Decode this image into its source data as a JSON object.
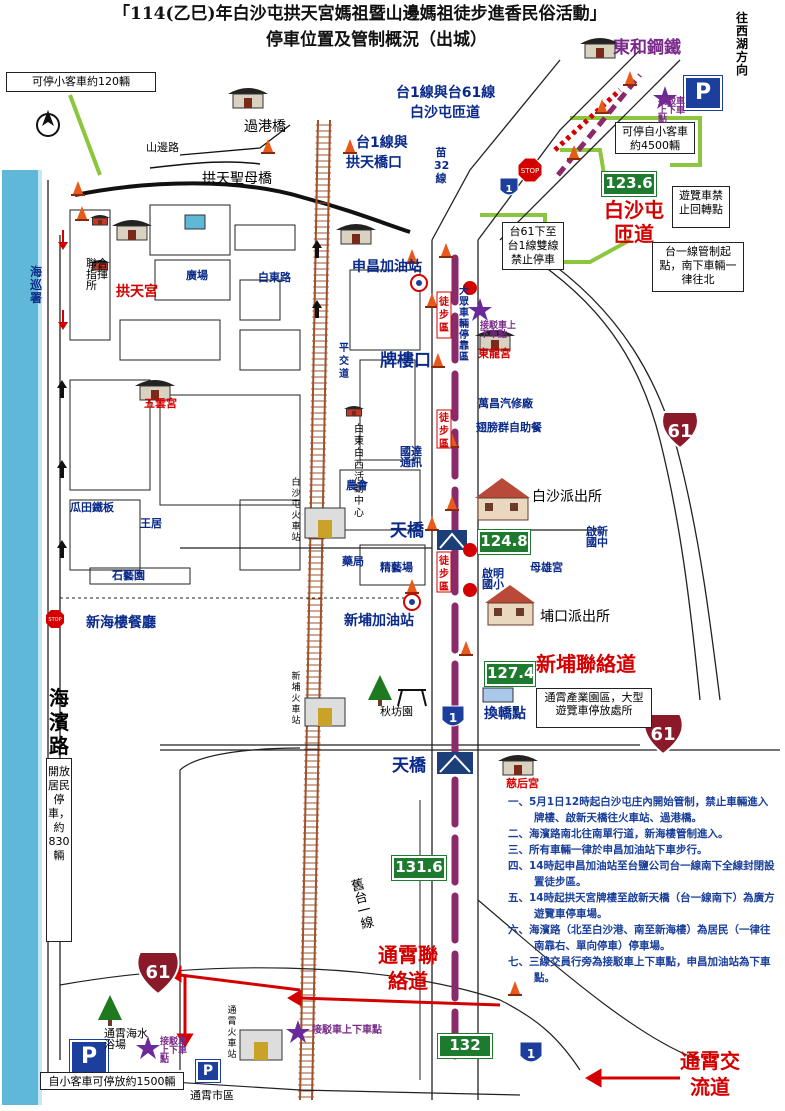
{
  "title": {
    "line1": "「114(乙巳)年白沙屯拱天宮媽祖暨山邊媽祖徒步進香民俗活動」",
    "line2": "停車位置及管制概況（出城）"
  },
  "colors": {
    "route": "#8a2a6a",
    "road_black": "#111111",
    "green": "#1e7a2e",
    "red": "#d40000",
    "blue_text": "#0a2a8a"
  },
  "icons": [
    "compass-icon",
    "parking-icon",
    "stop-sign-icon",
    "traffic-cone-icon",
    "star-icon",
    "temple-icon",
    "police-station-icon",
    "tree-icon",
    "picnic-table-icon",
    "bridge-icon",
    "route-1-shield-icon",
    "route-61-shield-icon"
  ],
  "labels": {
    "dongheSteel": "東和鋼鐵",
    "toXihu": "往西湖方向",
    "parking120": "可停小客車約120輛",
    "parking4500": "可停自小客車約4500輛",
    "tai1tai61": "台1線與台61線",
    "baishaLink": "白沙屯匝道",
    "tai1Gong": "台1線與",
    "gongBridge": "拱天橋口",
    "miao32": "苗32線",
    "shanDao": "山邊路",
    "guogangqiao": "過港橋",
    "gongBridgeName": "拱天聖母橋",
    "haiXun": "海巡署",
    "lianhe": "聯合指揮所",
    "gongTemple": "拱天宮",
    "guangchang": "廣場",
    "baidong": "白東路",
    "shenchang": "申昌加油站",
    "dazhong": "大眾車輛停靠區",
    "walk": "徒步區",
    "donglong": "東龍宮",
    "pingjiao": "平交道",
    "pailou": "牌樓口",
    "wanchang": "萬昌汽修廠",
    "bakery": "翅膀群自助餐",
    "wuyun": "五雲宮",
    "baiDongCenter": "白東白西活動中心",
    "guoda": "國達通訊",
    "baishaPolice": "白沙派出所",
    "nonghui": "農會",
    "baishaStation": "白沙屯火車站",
    "tianqiao": "天橋",
    "guatian": "瓜田鐵板",
    "wangju": "王居",
    "yaoju": "藥局",
    "jingyi": "精藝場",
    "qimingSchool": "啟明國小",
    "qixinSchool": "啟新國中",
    "muxiong": "母雄宮",
    "shiyi": "石藝園",
    "xinhai": "新海樓餐廳",
    "xinpu": "新埔加油站",
    "bukouPolice": "埔口派出所",
    "xinpuLink": "新埔聯絡道",
    "haibin": "海濱路",
    "kaifang": "開放居民停車，約830輛",
    "xinpuStation": "新埔火車站",
    "qiufang": "秋坊園",
    "huancheng": "換轎點",
    "tongxiaoPark": "通霄產業園區，大型遊覽車停放處所",
    "cihou": "慈后宮",
    "jiutai1": "舊台一線",
    "tongxiaoLink": "通霄聯絡道",
    "tongxiaoBeach": "通霄海水浴場",
    "shuttle": "接駁車上下車點",
    "tongxiaoStation": "通霄火車站",
    "tongxiaoCity": "通霄市區",
    "parking1500": "自小客車可停放約1500輛",
    "tongxiaoInter": "通霄交流道",
    "tour1": "遊覽車禁止回轉點",
    "tai61Ban": "台61下至台1線雙線禁止停車",
    "tai1Control": "台一線管制起點，南下車輛一律往北",
    "baishaRamp": "白沙屯匝道"
  },
  "km_markers": [
    "123.6",
    "124.8",
    "127.4",
    "131.6",
    "132"
  ],
  "routes": {
    "shield1": "1",
    "shield61": "61"
  },
  "notes": [
    "一、5月1日12時起白沙屯庄內開始管制，禁止車輛進入牌樓、啟新天橋往火車站、過港橋。",
    "二、海濱路南北往南單行道，新海樓管制進入。",
    "三、所有車輛一律於申昌加油站下車步行。",
    "四、14時起申昌加油站至台鹽公司台一線南下全線封閉設置徒步區。",
    "五、14時起拱天宮牌樓至啟新天橋（台一線南下）為廣方遊覽車停車場。",
    "六、海濱路（北至白沙港、南至新海樓）為居民（一律往南靠右、單向停車）停車場。",
    "七、三線交員行旁為接駁車上下車點，申昌加油站為下車點。"
  ]
}
